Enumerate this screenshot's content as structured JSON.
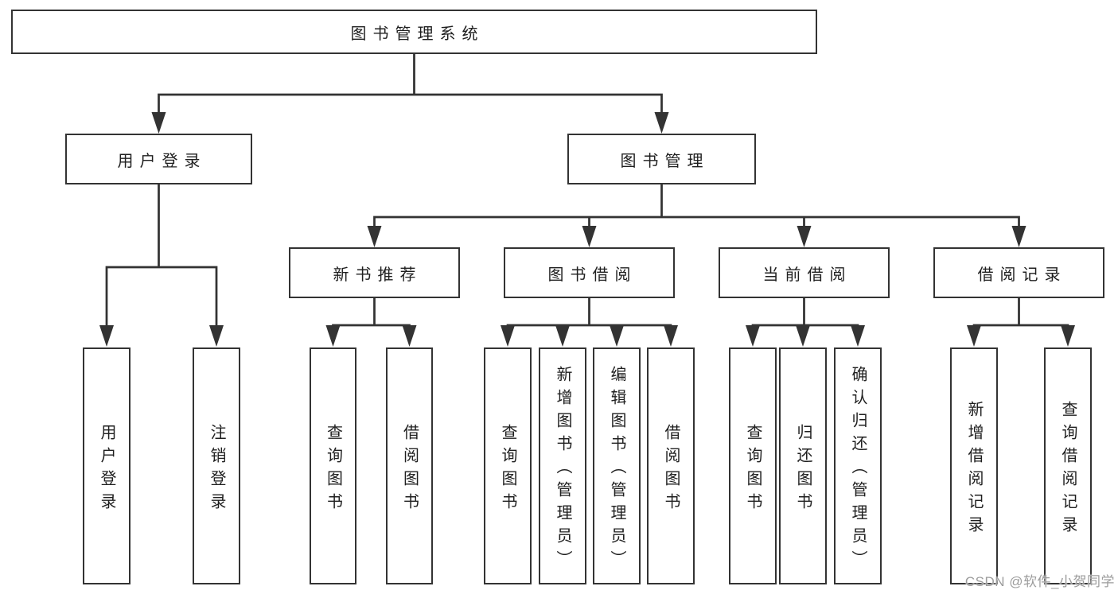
{
  "tree": {
    "root": "图书管理系统",
    "branches": [
      {
        "label": "用户登录",
        "children": [
          "用户登录",
          "注销登录"
        ]
      },
      {
        "label": "图书管理",
        "children": [
          {
            "label": "新书推荐",
            "children": [
              "查询图书",
              "借阅图书"
            ]
          },
          {
            "label": "图书借阅",
            "children": [
              "查询图书",
              "新增图书（管理员）",
              "编辑图书（管理员）",
              "借阅图书"
            ]
          },
          {
            "label": "当前借阅",
            "children": [
              "查询图书",
              "归还图书",
              "确认归还（管理员）"
            ]
          },
          {
            "label": "借阅记录",
            "children": [
              "新增借阅记录",
              "查询借阅记录"
            ]
          }
        ]
      }
    ]
  },
  "watermark": {
    "text": "CSDN @软件_小贺同学"
  },
  "colors": {
    "line": "#333333",
    "box_border": "#333333",
    "text": "#1f1f1f",
    "watermark": "#9c9c9c",
    "background": "#ffffff"
  }
}
